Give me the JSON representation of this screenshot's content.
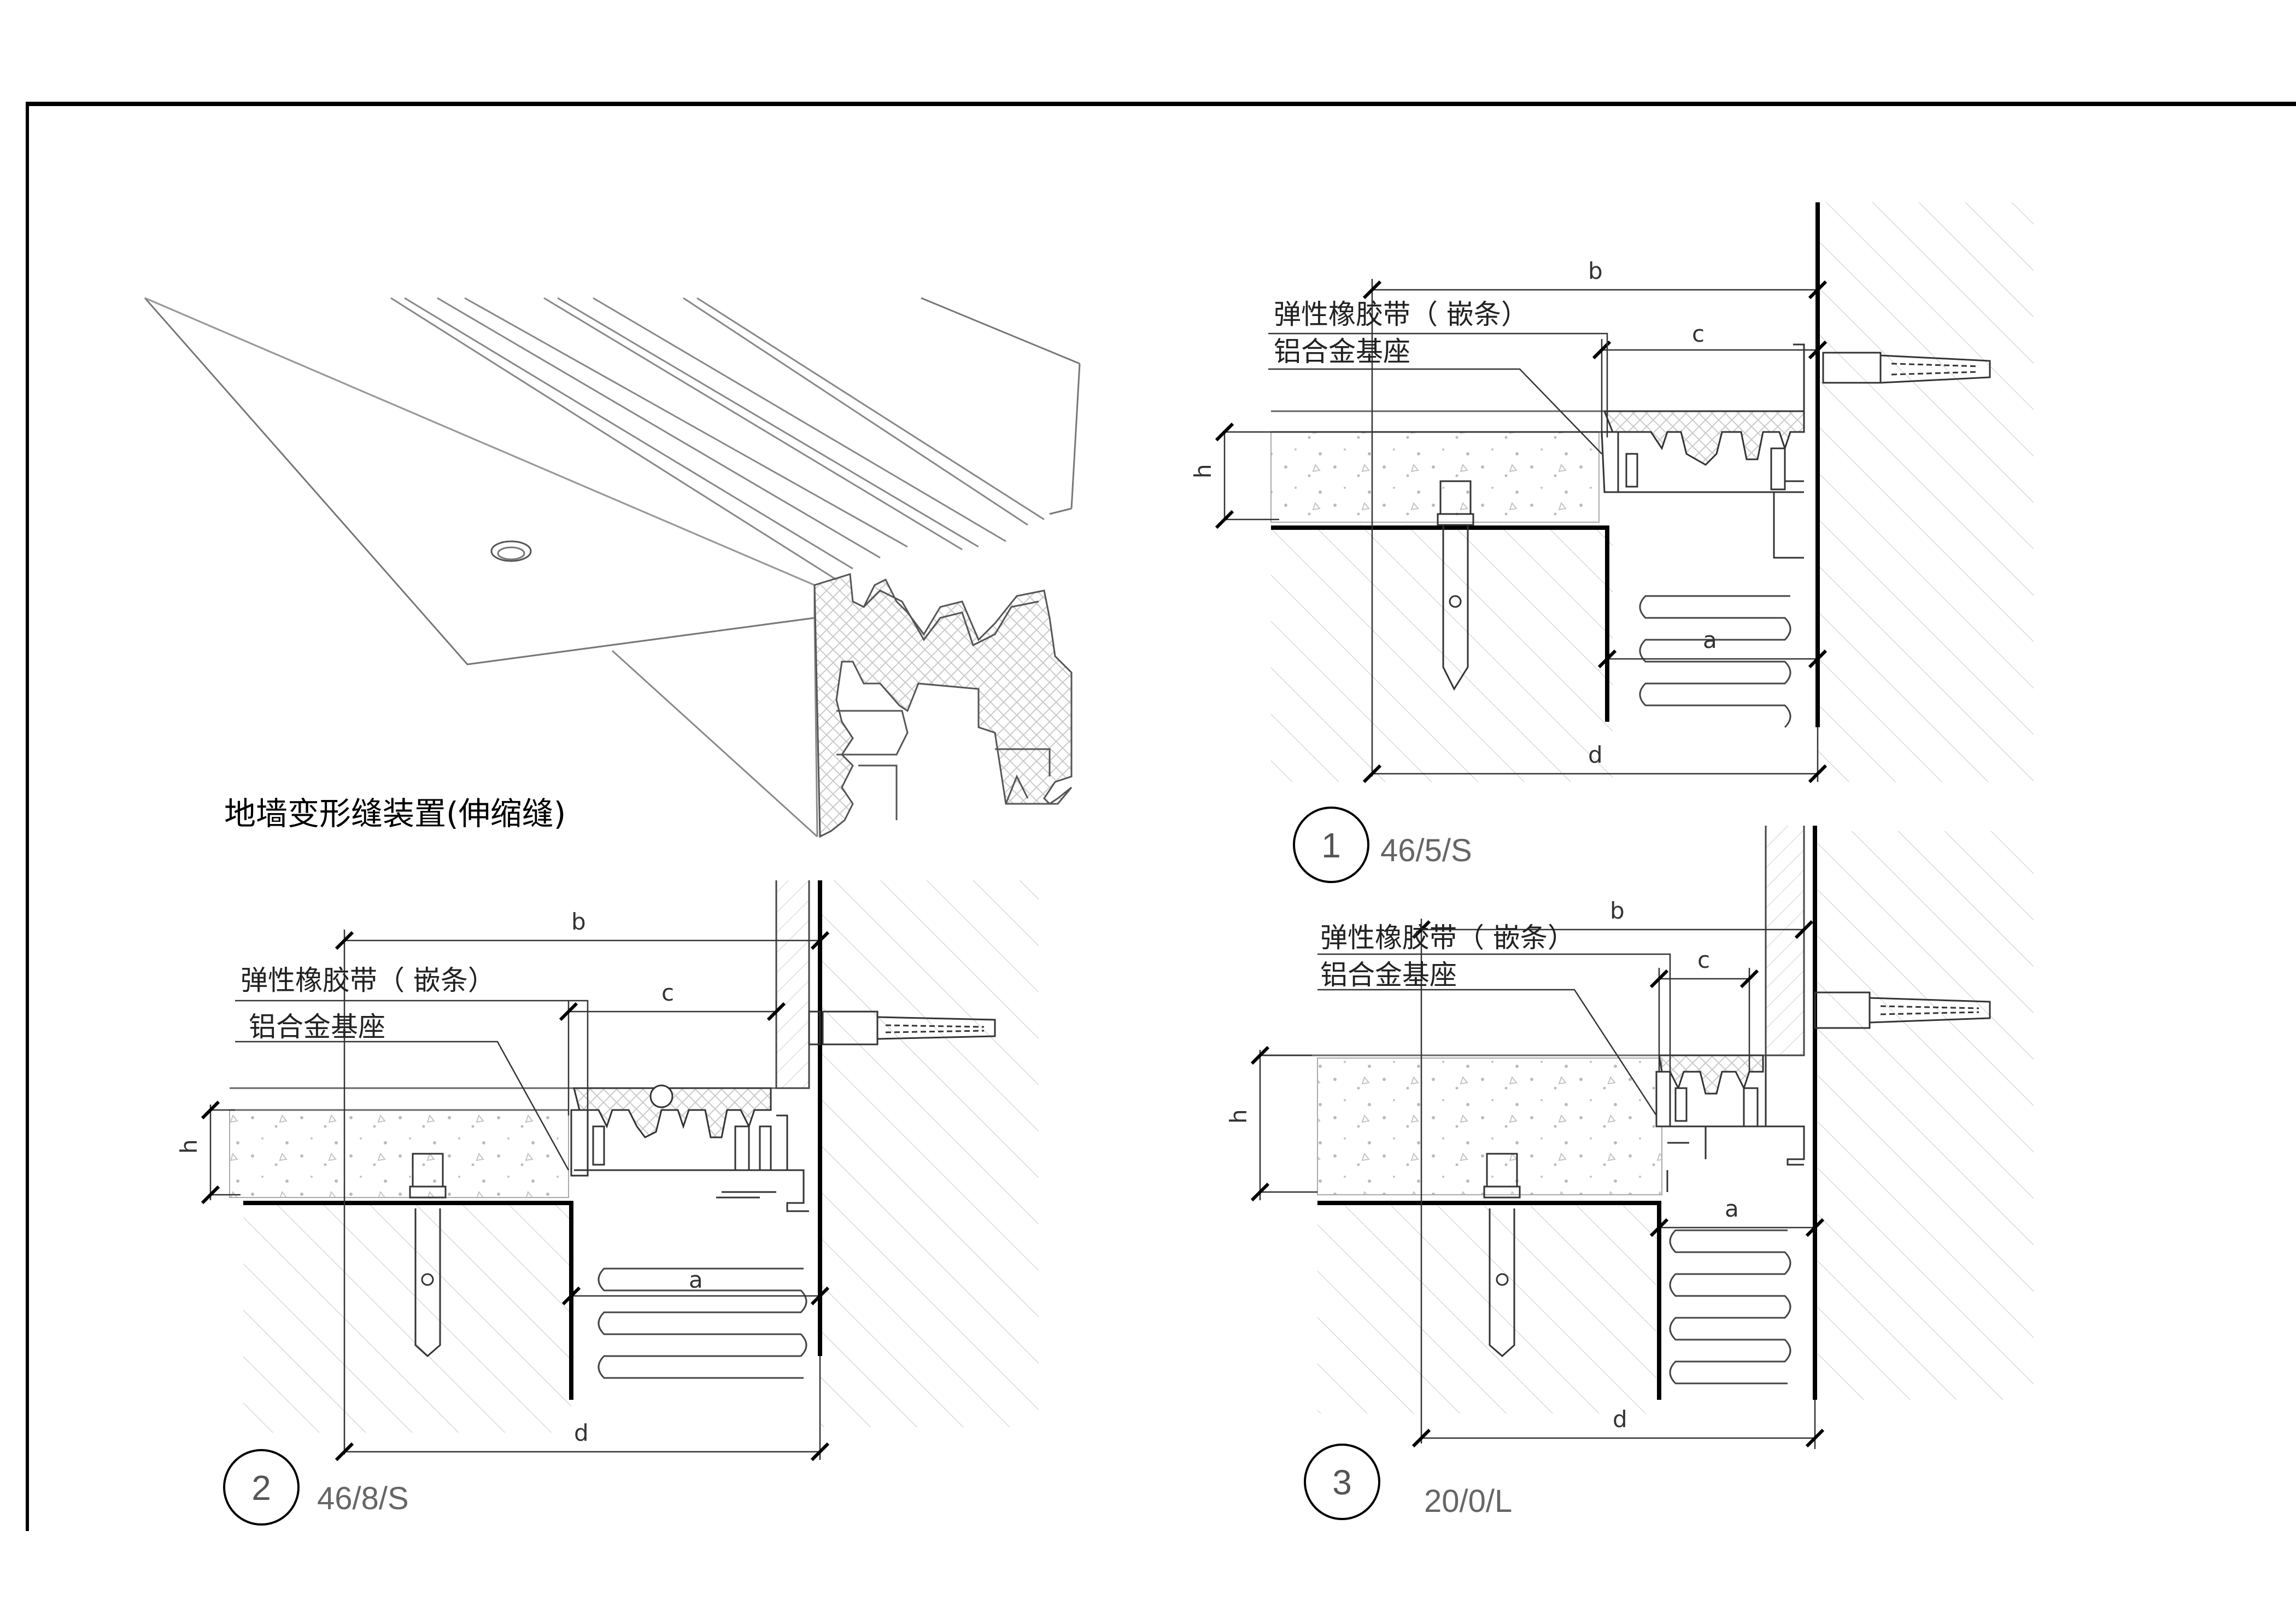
{
  "title": "地墙变形缝装置(伸缩缝)",
  "labels": {
    "rubber": "弹性橡胶带（ 嵌条）",
    "base": "铝合金基座"
  },
  "details": [
    {
      "number": "1",
      "code": "46/5/S",
      "dims": {
        "a": "a",
        "b": "b",
        "c": "c",
        "d": "d",
        "h": "h"
      }
    },
    {
      "number": "2",
      "code": "46/8/S",
      "dims": {
        "a": "a",
        "b": "b",
        "c": "c",
        "d": "d",
        "h": "h"
      }
    },
    {
      "number": "3",
      "code": "20/0/L",
      "dims": {
        "a": "a",
        "b": "b",
        "c": "c",
        "d": "d",
        "h": "h"
      }
    }
  ]
}
